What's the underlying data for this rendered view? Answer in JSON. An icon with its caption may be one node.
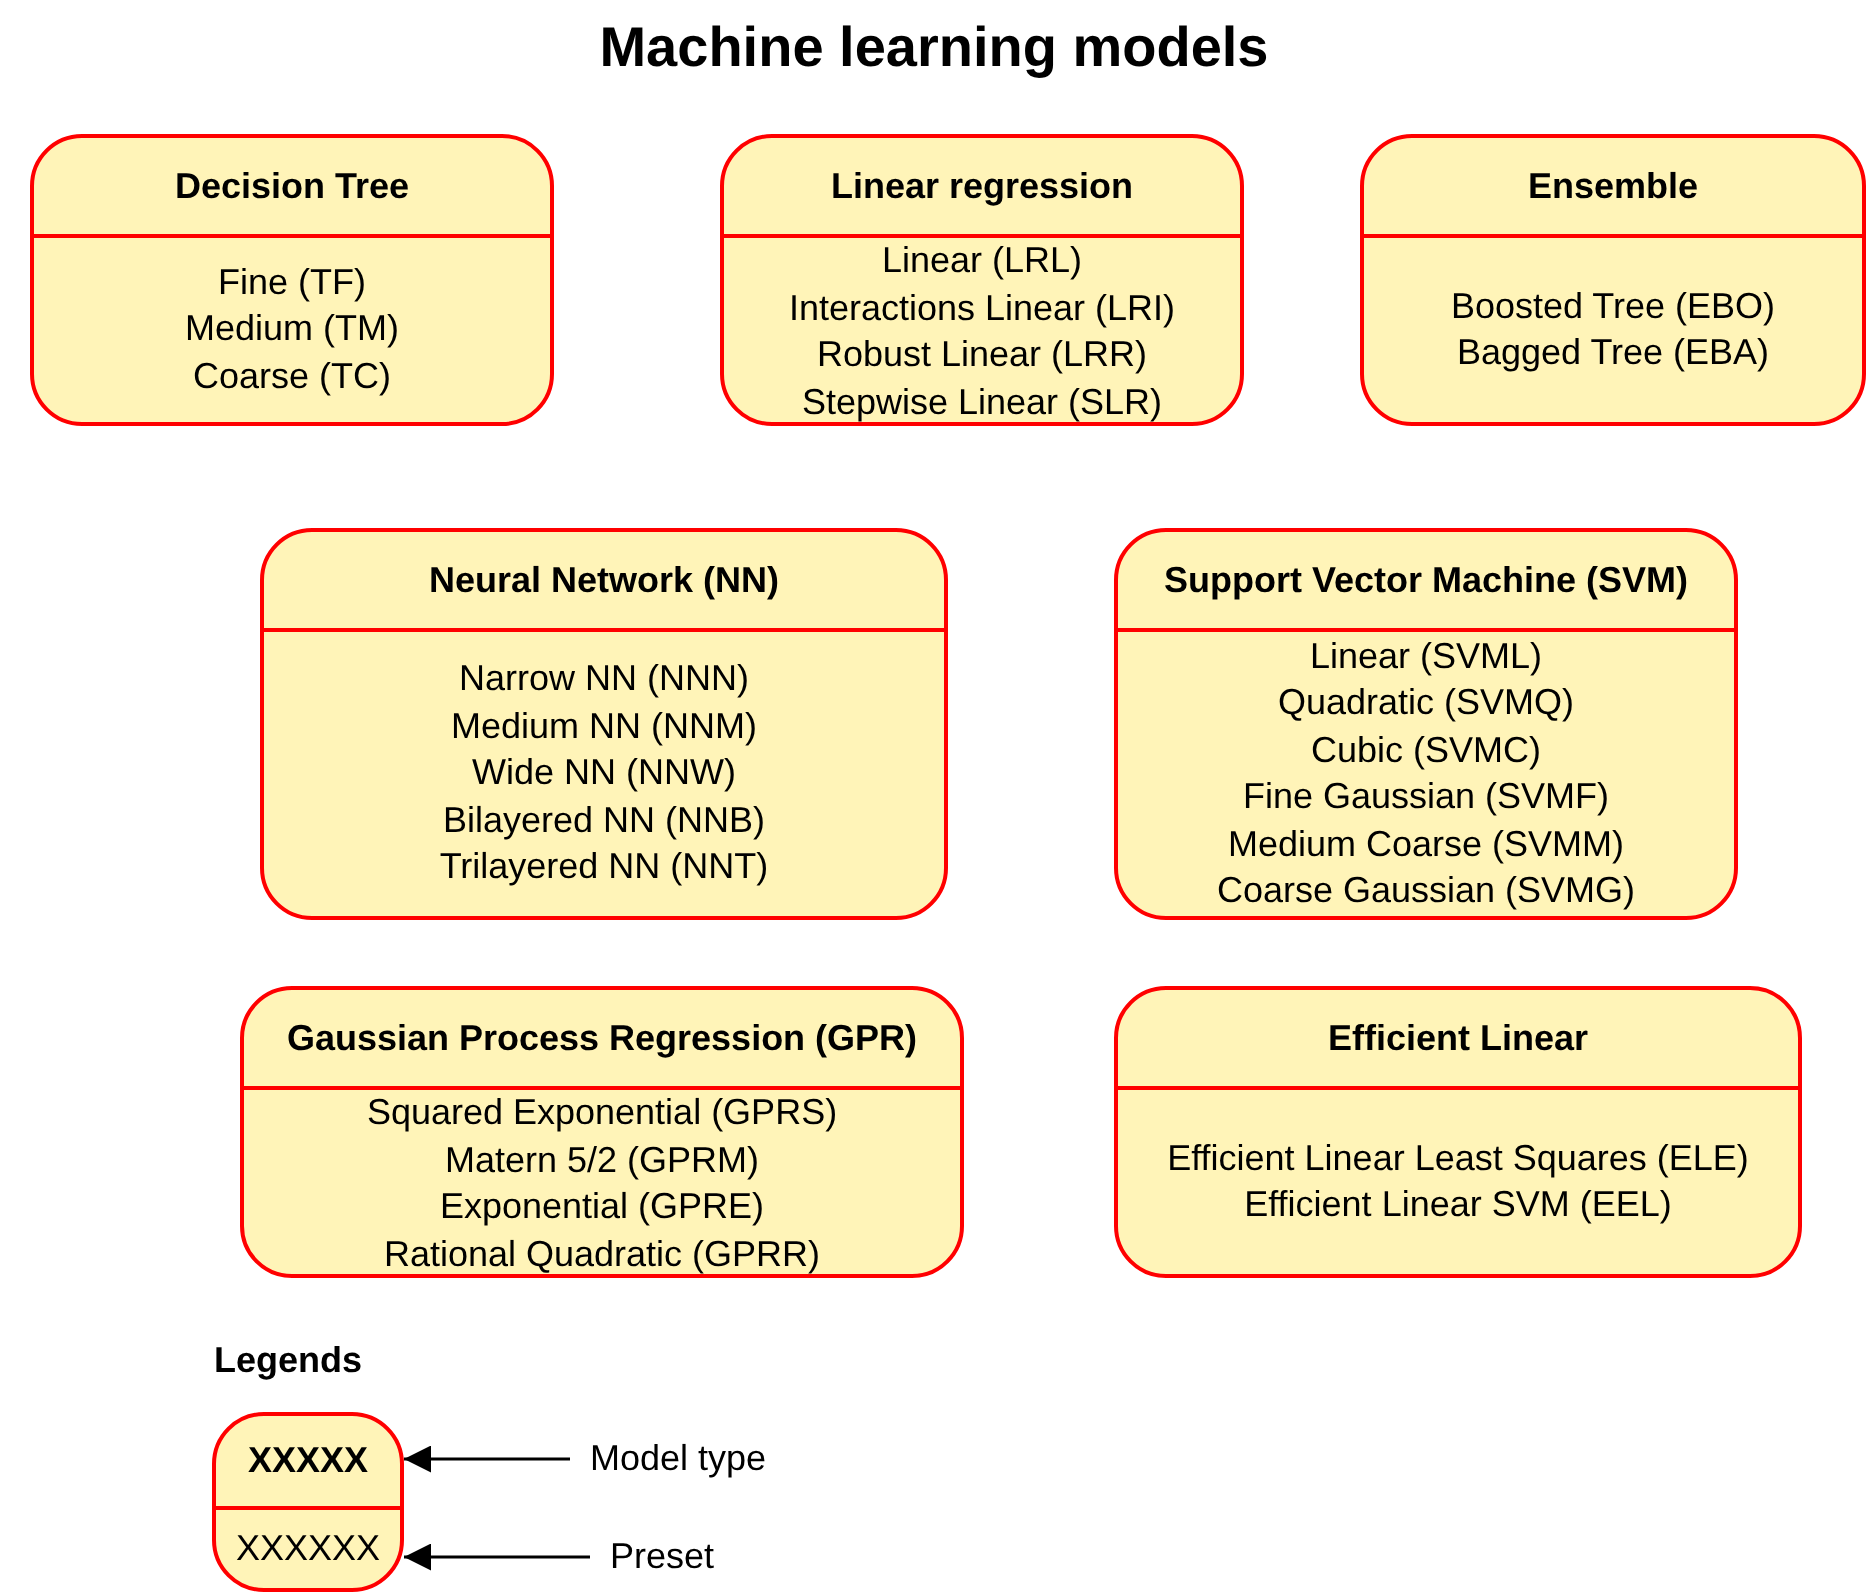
{
  "diagram": {
    "title": "Machine learning models",
    "nodes": [
      {
        "text": [
          "Decision Tree",
          "Fine (TF)",
          "Medium (TM)",
          "Coarse (TC)"
        ]
      },
      {
        "text": [
          "Linear regression",
          "Linear (LRL)",
          "Interactions Linear (LRI)",
          "Robust Linear (LRR)",
          "Stepwise Linear (SLR)"
        ]
      },
      {
        "text": [
          "Ensemble",
          "Boosted Tree (EBO)",
          "Bagged Tree (EBA)"
        ]
      },
      {
        "text": [
          "Neural Network (NN)",
          "Narrow NN (NNN)",
          "Medium NN (NNM)",
          "Wide NN (NNW)",
          "Bilayered NN (NNB)",
          "Trilayered NN (NNT)"
        ]
      },
      {
        "text": [
          "Support Vector Machine (SVM)",
          "Linear (SVML)",
          "Quadratic (SVMQ)",
          "Cubic (SVMC)",
          "Fine Gaussian (SVMF)",
          "Medium Coarse (SVMM)",
          "Coarse Gaussian (SVMG)"
        ]
      },
      {
        "text": [
          "Gaussian Process Regression (GPR)",
          "Squared Exponential (GPRS)",
          "Matern 5/2 (GPRM)",
          "Exponential (GPRE)",
          "Rational Quadratic (GPRR)"
        ]
      },
      {
        "text": [
          "Efficient Linear",
          "Efficient Linear Least Squares (ELE)",
          "Efficient Linear SVM (EEL)"
        ]
      },
      {
        "text": [
          "XXXXX",
          "XXXXXX"
        ]
      },
      {
        "text": [
          "Model type"
        ]
      },
      {
        "text": [
          "Preset"
        ]
      }
    ],
    "edges": [
      {
        "from": 8,
        "to": 7,
        "arrow": "to"
      },
      {
        "from": 9,
        "to": 7,
        "arrow": "to"
      }
    ],
    "labels": [
      "Legends"
    ]
  }
}
